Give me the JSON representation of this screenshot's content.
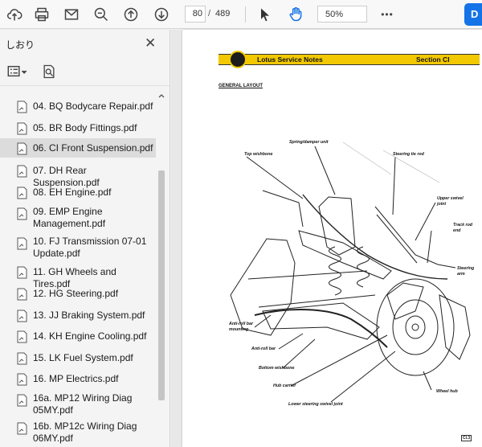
{
  "toolbar": {
    "page_current": "80",
    "page_separator": "/",
    "page_total": "489",
    "zoom": "50%",
    "more": "•••",
    "right_button": "D",
    "icons": [
      "upload-cloud-icon",
      "print-icon",
      "mail-icon",
      "zoom-out-icon",
      "page-up-icon",
      "page-down-icon",
      "select-cursor-icon",
      "hand-tool-icon"
    ]
  },
  "sidebar": {
    "title": "しおり",
    "close": "✕",
    "items": [
      {
        "label": "04. BQ Bodycare Repair.pdf"
      },
      {
        "label": "05. BR Body Fittings.pdf"
      },
      {
        "label": "06. CI Front Suspension.pdf",
        "selected": true
      },
      {
        "label": "07.  DH Rear Suspension.pdf"
      },
      {
        "label": "08.  EH Engine.pdf"
      },
      {
        "label": "09. EMP Engine Management.pdf"
      },
      {
        "label": "10. FJ Transmission 07-01 Update.pdf"
      },
      {
        "label": "11. GH Wheels and Tires.pdf"
      },
      {
        "label": "12.  HG Steering.pdf"
      },
      {
        "label": "13. JJ Braking System.pdf"
      },
      {
        "label": "14. KH Engine Cooling.pdf"
      },
      {
        "label": "15.  LK Fuel System.pdf"
      },
      {
        "label": "16. MP Electrics.pdf"
      },
      {
        "label": "16a. MP12 Wiring Diag 05MY.pdf"
      },
      {
        "label": "16b. MP12c Wiring Diag 06MY.pdf"
      }
    ]
  },
  "document": {
    "header_left": "Lotus Service Notes",
    "header_right": "Section CI",
    "subtitle": "GENERAL LAYOUT",
    "page_number": "CI.3",
    "labels": {
      "spring_damper": "Spring/damper unit",
      "top_wishbone": "Top wishbone",
      "steering_tie_rod": "Steering tie rod",
      "upper_swivel": "Upper swivel joint",
      "track_rod_end": "Track rod end",
      "steering_arm": "Steering arm",
      "anti_roll_mount": "Anti-roll bar mounting",
      "anti_roll_bar": "Anti-roll bar",
      "bottom_wishbone": "Bottom wishbone",
      "hub_carrier": "Hub carrier",
      "wheel_hub": "Wheel hub",
      "lower_swivel": "Lower steering swivel joint"
    }
  },
  "colors": {
    "header_yellow": "#f2c800",
    "accent_blue": "#1473e6",
    "selected_row": "#dcdcdc"
  }
}
